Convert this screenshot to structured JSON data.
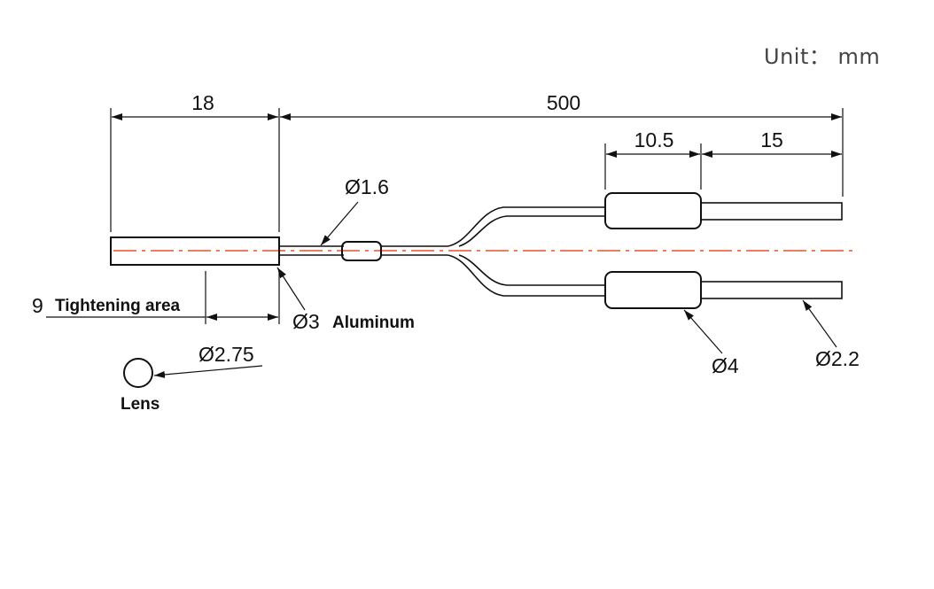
{
  "unit_label": "Unit： mm",
  "dimensions": {
    "head_length": "18",
    "total_length": "500",
    "sleeve_length": "10.5",
    "tip_length": "15",
    "fiber_diameter": "Ø1.6",
    "head_diameter": "Ø3",
    "head_material": "Aluminum",
    "tightening_length": "9",
    "tightening_label": "Tightening area",
    "sleeve_diameter": "Ø4",
    "cable_diameter": "Ø2.2",
    "lens_diameter": "Ø2.75",
    "lens_label": "Lens"
  },
  "colors": {
    "centerline": "#e8502e",
    "ink": "#111111"
  }
}
